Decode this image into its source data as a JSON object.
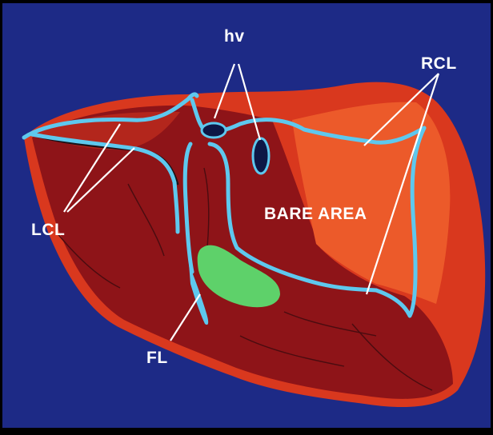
{
  "labels": {
    "hv": "hv",
    "rcl": "RCL",
    "lcl": "LCL",
    "bare_area": "BARE AREA",
    "fl": "FL"
  },
  "colors": {
    "background": "#1d2a86",
    "liver_dark": "#8e1418",
    "liver_mid": "#b3261c",
    "liver_bright": "#d9381e",
    "bare_area": "#ec5a2a",
    "ligament": "#5ec8ee",
    "gallbladder": "#5ed16a",
    "label_text": "#ffffff"
  }
}
